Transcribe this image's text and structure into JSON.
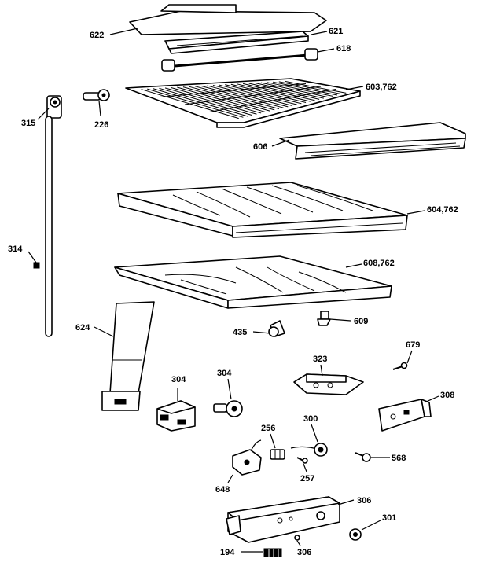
{
  "labels": {
    "l622": "622",
    "l621": "621",
    "l618": "618",
    "l603": "603,762",
    "l226": "226",
    "l315": "315",
    "l606": "606",
    "l604": "604,762",
    "l314": "314",
    "l608": "608,762",
    "l624": "624",
    "l435": "435",
    "l609": "609",
    "l679": "679",
    "l323": "323",
    "l304a": "304",
    "l304b": "304",
    "l308": "308",
    "l256": "256",
    "l300": "300",
    "l568": "568",
    "l648": "648",
    "l257": "257",
    "l306a": "306",
    "l301": "301",
    "l194": "194",
    "l306b": "306"
  }
}
